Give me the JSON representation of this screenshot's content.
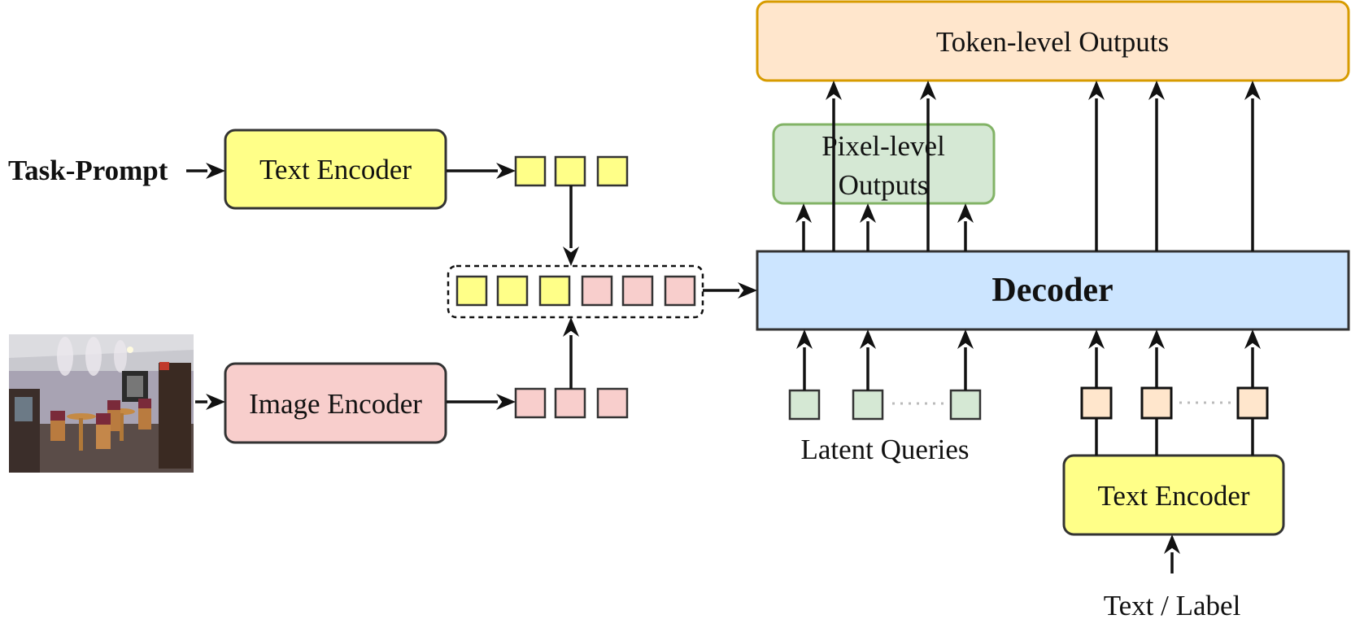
{
  "labels": {
    "task_prompt": "Task-Prompt",
    "text_encoder_top": "Text Encoder",
    "image_encoder": "Image Encoder",
    "decoder": "Decoder",
    "token_outputs": "Token-level Outputs",
    "pixel_outputs_line1": "Pixel-level",
    "pixel_outputs_line2": "Outputs",
    "latent_queries": "Latent Queries",
    "text_encoder_bottom": "Text Encoder",
    "text_label": "Text / Label"
  },
  "colors": {
    "yellow_fill": "#ffff88",
    "pink_fill": "#f8cecc",
    "blue_fill": "#cce5ff",
    "green_fill": "#d5e8d4",
    "green_stroke": "#82b366",
    "orange_fill": "#ffe6cc",
    "orange_stroke": "#d79b00",
    "stroke": "#333333"
  }
}
